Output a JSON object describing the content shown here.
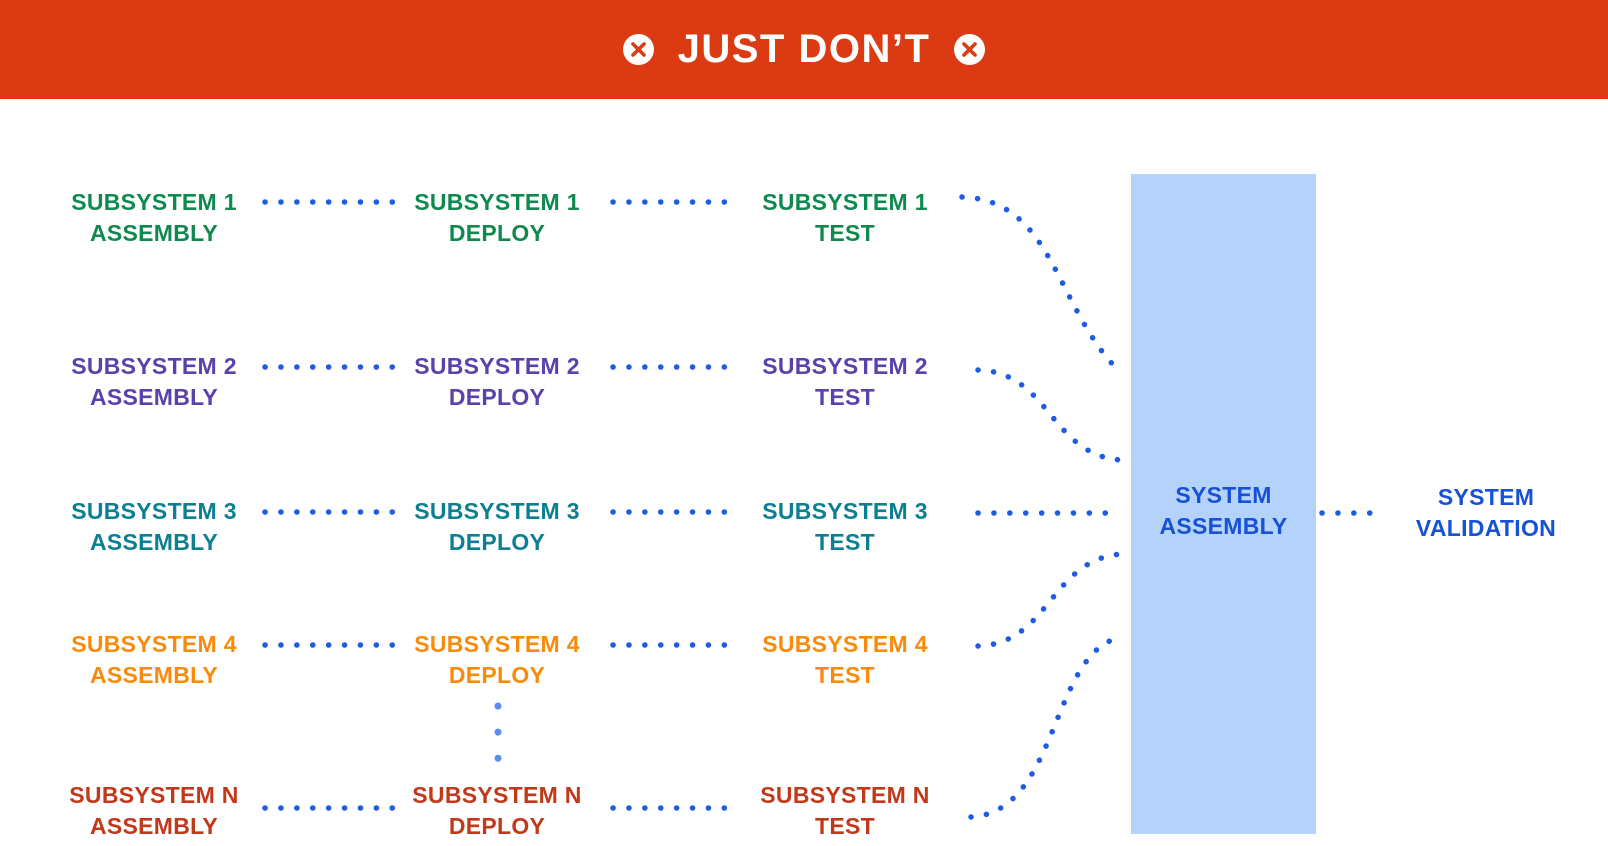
{
  "banner": {
    "title": "JUST DON’T",
    "icon": "circle-x",
    "colors": {
      "background": "#DC3A12",
      "text": "#FFFFFF",
      "icon_fill": "#FFFFFF"
    }
  },
  "pipeline": {
    "rows": [
      {
        "subsystem": "SUBSYSTEM 1",
        "color": "#0E8A4F",
        "stages": [
          {
            "line1": "SUBSYSTEM 1",
            "line2": "ASSEMBLY"
          },
          {
            "line1": "SUBSYSTEM 1",
            "line2": "DEPLOY"
          },
          {
            "line1": "SUBSYSTEM 1",
            "line2": "TEST"
          }
        ]
      },
      {
        "subsystem": "SUBSYSTEM 2",
        "color": "#5B41AB",
        "stages": [
          {
            "line1": "SUBSYSTEM 2",
            "line2": "ASSEMBLY"
          },
          {
            "line1": "SUBSYSTEM 2",
            "line2": "DEPLOY"
          },
          {
            "line1": "SUBSYSTEM 2",
            "line2": "TEST"
          }
        ]
      },
      {
        "subsystem": "SUBSYSTEM 3",
        "color": "#0C8092",
        "stages": [
          {
            "line1": "SUBSYSTEM 3",
            "line2": "ASSEMBLY"
          },
          {
            "line1": "SUBSYSTEM 3",
            "line2": "DEPLOY"
          },
          {
            "line1": "SUBSYSTEM 3",
            "line2": "TEST"
          }
        ]
      },
      {
        "subsystem": "SUBSYSTEM 4",
        "color": "#F98B0C",
        "stages": [
          {
            "line1": "SUBSYSTEM 4",
            "line2": "ASSEMBLY"
          },
          {
            "line1": "SUBSYSTEM 4",
            "line2": "DEPLOY"
          },
          {
            "line1": "SUBSYSTEM 4",
            "line2": "TEST"
          }
        ]
      },
      {
        "subsystem": "SUBSYSTEM N",
        "color": "#C2381A",
        "stages": [
          {
            "line1": "SUBSYSTEM N",
            "line2": "ASSEMBLY"
          },
          {
            "line1": "SUBSYSTEM N",
            "line2": "DEPLOY"
          },
          {
            "line1": "SUBSYSTEM N",
            "line2": "TEST"
          }
        ]
      }
    ]
  },
  "system_assembly": {
    "line1": "SYSTEM",
    "line2": "ASSEMBLY",
    "box_color": "#B4D2FA",
    "text_color": "#1751D4"
  },
  "system_validation": {
    "line1": "SYSTEM",
    "line2": "VALIDATION",
    "text_color": "#1751D4"
  },
  "connectors": {
    "dot_color": "#1E5CE3",
    "ellipsis_dot_color": "#5C8DF0"
  }
}
